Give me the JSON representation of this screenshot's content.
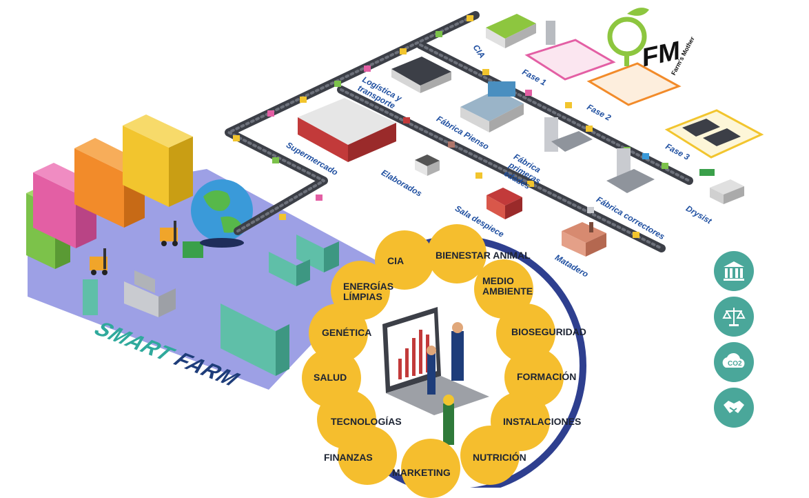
{
  "logo": {
    "letters": "FM",
    "tagline": "Farm's Mother"
  },
  "chain_labels": {
    "cia": "CIA",
    "fase1": "Fase 1",
    "fase2": "Fase 2",
    "fase3": "Fase 3",
    "logistica": "Logística y transporte",
    "supermercado": "Supermercado",
    "elaborados": "Elaborados",
    "pienso": "Fábrica Pienso",
    "primeras_edades": "Fábrica primeras edades",
    "correctores": "Fábrica correctores",
    "drysist": "Drysist",
    "despiece": "Sala despiece",
    "matadero": "Matadero"
  },
  "smart_farm": {
    "part1": "SMART",
    "part2": "FARM"
  },
  "ring_nodes": [
    "CIA",
    "BIENESTAR ANIMAL",
    "MEDIO AMBIENTE",
    "BIOSEGURIDAD",
    "FORMACIÓN",
    "INSTALACIONES",
    "NUTRICIÓN",
    "MARKETING",
    "FINANZAS",
    "TECNOLOGÍAS",
    "SALUD",
    "GENÉTICA",
    "ENERGÍAS LÍMPIAS"
  ],
  "right_icons": [
    "bank-icon",
    "scales-icon",
    "co2-icon",
    "handshake-icon"
  ],
  "colors": {
    "ring": "#2e3f8f",
    "node": "#f5be2e",
    "teal": "#4aa79a",
    "label_blue": "#1f4fa0",
    "green_logo": "#8dc63f"
  }
}
